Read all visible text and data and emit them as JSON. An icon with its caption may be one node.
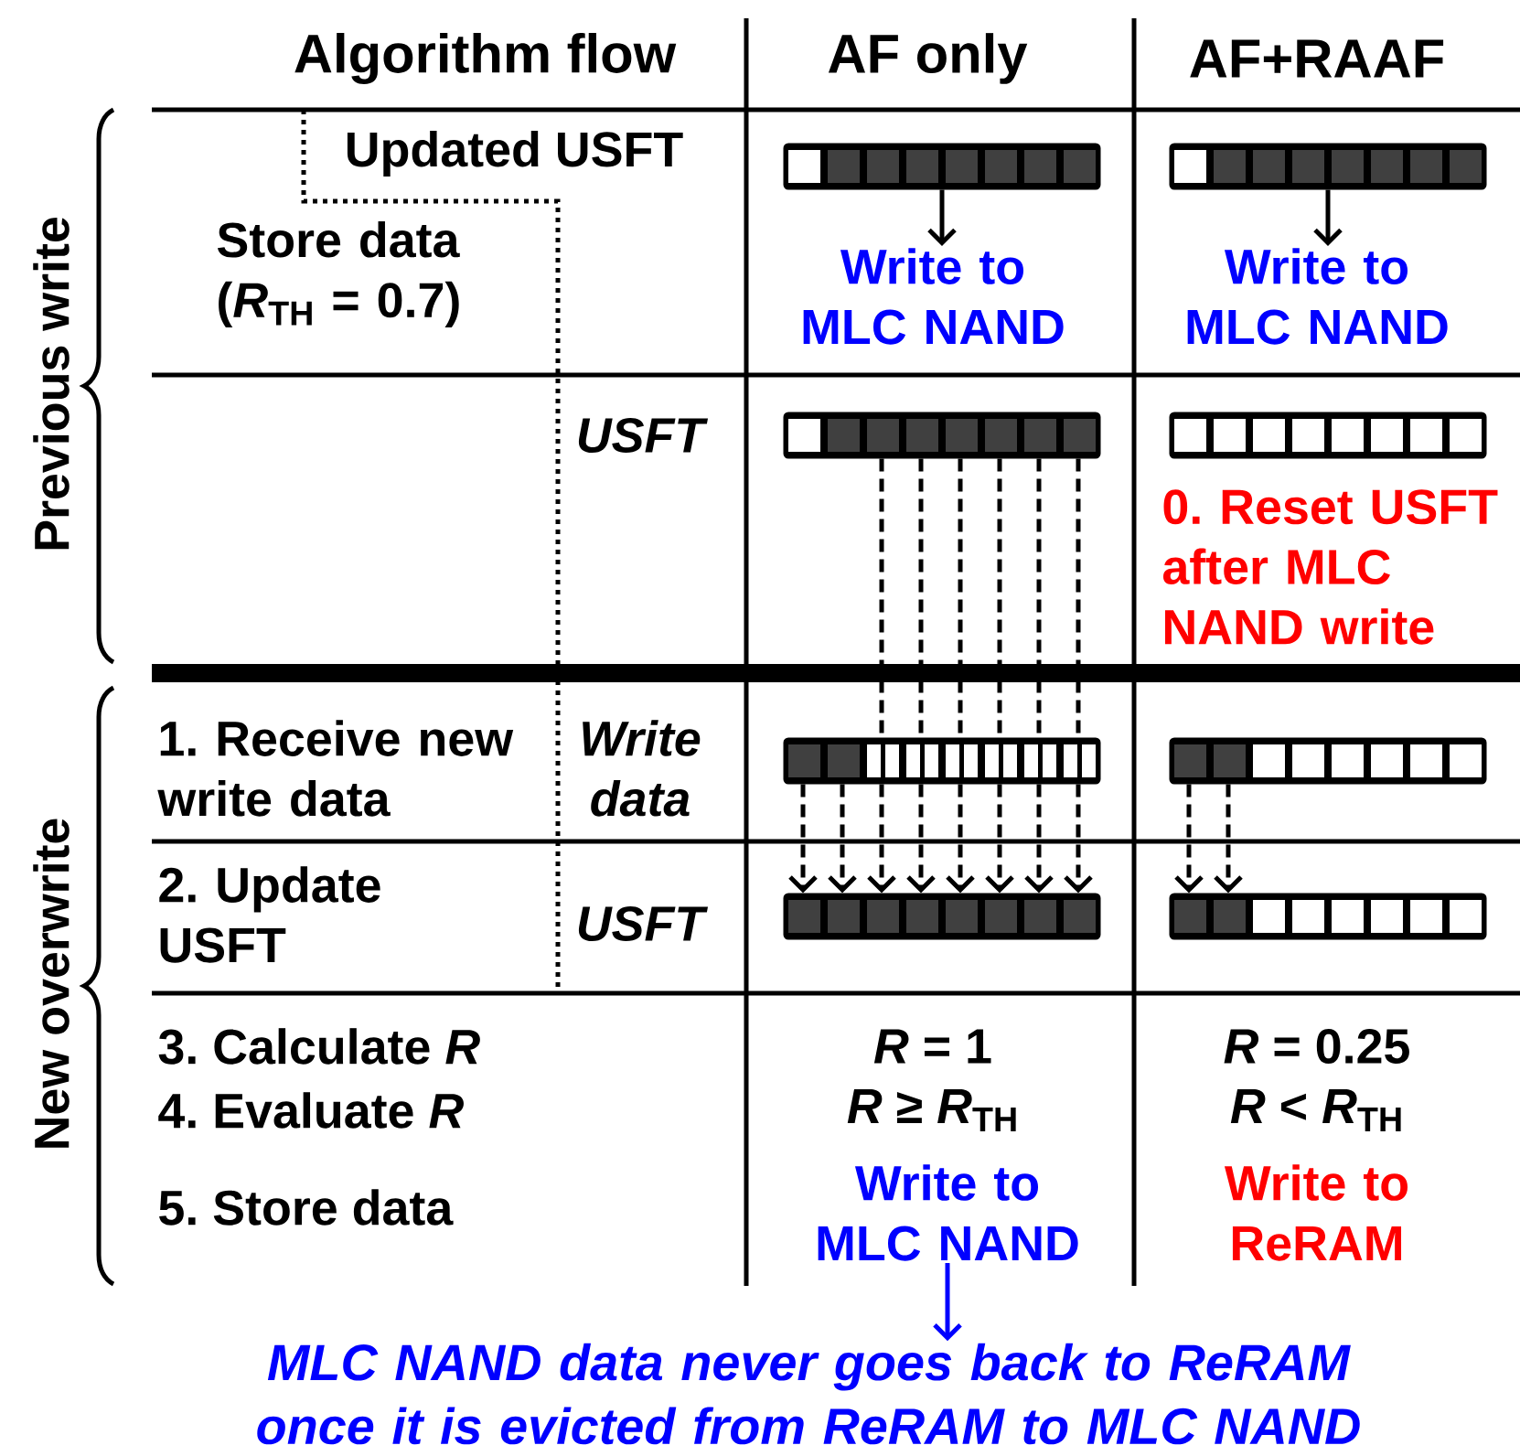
{
  "diagram": {
    "nodes": [
      {
        "text": [],
        "shape": "bar"
      },
      {
        "text": [],
        "shape": "bar"
      },
      {
        "text": [
          "Write to MLC NAND"
        ]
      },
      {
        "text": [
          "Write to MLC NAND"
        ]
      },
      {
        "text": [],
        "shape": "bar"
      },
      {
        "text": [],
        "shape": "bar"
      },
      {
        "text": [],
        "shape": "bar"
      },
      {
        "text": [],
        "shape": "bar"
      },
      {
        "text": [],
        "shape": "bar"
      },
      {
        "text": [],
        "shape": "bar"
      },
      {
        "text": [
          "Write to MLC NAND"
        ]
      },
      {
        "text": [
          "Write to ReRAM"
        ]
      },
      {
        "text": [
          "MLC NAND data never goes back to ReRAM once it is evicted from ReRAM to MLC NAND"
        ]
      }
    ],
    "edges": [
      {
        "from": 0,
        "to": 2,
        "arrow": "to"
      },
      {
        "from": 1,
        "to": 3,
        "arrow": "to"
      },
      {
        "from": 4,
        "to": 6,
        "arrow": "none",
        "style": "dashed"
      },
      {
        "from": 4,
        "to": 6,
        "arrow": "none",
        "style": "dashed"
      },
      {
        "from": 4,
        "to": 6,
        "arrow": "none",
        "style": "dashed"
      },
      {
        "from": 4,
        "to": 6,
        "arrow": "none",
        "style": "dashed"
      },
      {
        "from": 4,
        "to": 6,
        "arrow": "none",
        "style": "dashed"
      },
      {
        "from": 4,
        "to": 6,
        "arrow": "none",
        "style": "dashed"
      },
      {
        "from": 6,
        "to": 8,
        "arrow": "to",
        "style": "dashed"
      },
      {
        "from": 6,
        "to": 8,
        "arrow": "to",
        "style": "dashed"
      },
      {
        "from": 6,
        "to": 8,
        "arrow": "to",
        "style": "dashed"
      },
      {
        "from": 6,
        "to": 8,
        "arrow": "to",
        "style": "dashed"
      },
      {
        "from": 6,
        "to": 8,
        "arrow": "to",
        "style": "dashed"
      },
      {
        "from": 6,
        "to": 8,
        "arrow": "to",
        "style": "dashed"
      },
      {
        "from": 6,
        "to": 8,
        "arrow": "to",
        "style": "dashed"
      },
      {
        "from": 6,
        "to": 8,
        "arrow": "to",
        "style": "dashed"
      },
      {
        "from": 7,
        "to": 9,
        "arrow": "to",
        "style": "dashed"
      },
      {
        "from": 7,
        "to": 9,
        "arrow": "to",
        "style": "dashed"
      },
      {
        "from": 10,
        "to": 12,
        "arrow": "to",
        "color": "#0000ff"
      }
    ],
    "labels": [
      "Algorithm flow",
      "AF only",
      "AF+RAAF",
      "Updated USFT",
      "Store data (*R*$_{TH}$ = 0.7)",
      "USFT",
      "0. Reset USFT after MLC NAND write",
      "1. Receive new write data",
      "Write data",
      "2. Update USFT",
      "USFT",
      "3. Calculate *R*",
      "4. Evaluate *R*",
      "5. Store data",
      "*R* = 1",
      "*R* ≥ *R*$_{TH}$",
      "*R* = 0.25",
      "*R* < *R*$_{TH}$",
      "Previous write",
      "New overwrite"
    ]
  }
}
